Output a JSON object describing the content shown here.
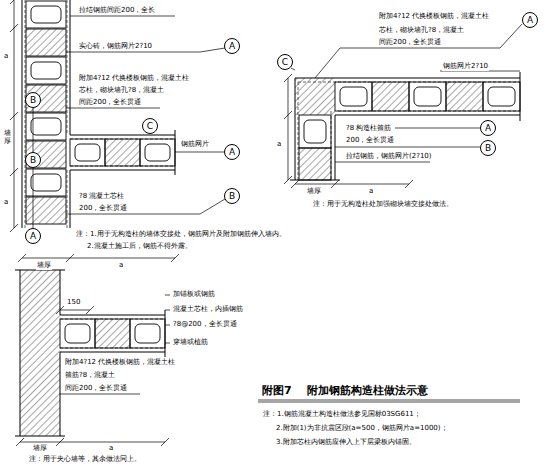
{
  "diagram": {
    "title": "附图7    附加钢筋构造柱做法示意",
    "nodes": [
      {
        "text": [
          "A"
        ]
      },
      {
        "text": [
          "B"
        ]
      },
      {
        "text": [
          "B"
        ]
      },
      {
        "text": [
          "C"
        ]
      },
      {
        "text": [
          "A"
        ]
      },
      {
        "text": [
          "B"
        ]
      },
      {
        "text": [
          "A"
        ]
      },
      {
        "text": [
          "C"
        ]
      },
      {
        "text": [
          "A"
        ]
      },
      {
        "text": [
          "A"
        ]
      },
      {
        "text": [
          "B"
        ]
      }
    ],
    "labels": [
      "拉结钢筋间距200，全长",
      "实心砖，钢筋网片2?10",
      "附加4?12 代换楼板钢筋，混凝土柱",
      "芯柱，砌块墙孔?8，混凝土",
      "间距200，全长贯通",
      "钢筋网片",
      "?8 混凝土芯柱",
      "200，全长贯通",
      "a",
      "墙厚",
      "a",
      "注：1.用于无构造柱的墙体交接处，钢筋网片及附加钢筋伸入墙内。",
      "2.混凝土施工后，钢筋不得外露。",
      "墙厚",
      "a",
      "附加4?12 代换楼板钢筋，混凝土柱",
      "芯柱，砌块墙孔?8，混凝土",
      "间距200，全长贯通",
      "钢筋网片2?10",
      "?8 构造柱箍筋",
      "200，全长贯通",
      "拉结钢筋，钢筋网片(2?10)",
      "a",
      "墙厚",
      "a",
      "注：用于无构造柱处加强砌块墙交接处做法。",
      "150",
      "加锚板或钢筋",
      "混凝土芯柱，内插钢筋",
      "?8@200，全长贯通",
      "穿墙或植筋",
      "附加4?12 代换楼板钢筋，混凝土柱",
      "箍筋?8，混凝土",
      "间距200，全长贯通",
      "墙厚",
      "a",
      "注：用于夹心墙等，其余做法同上。",
      "注：1.钢筋混凝土构造柱做法参见国标03SG611；",
      "2.附加(1)为非抗震区段(a=500，钢筋网片a=1000)；",
      "3.附加芯柱内钢筋应伸入上下层梁板内锚固。"
    ]
  }
}
